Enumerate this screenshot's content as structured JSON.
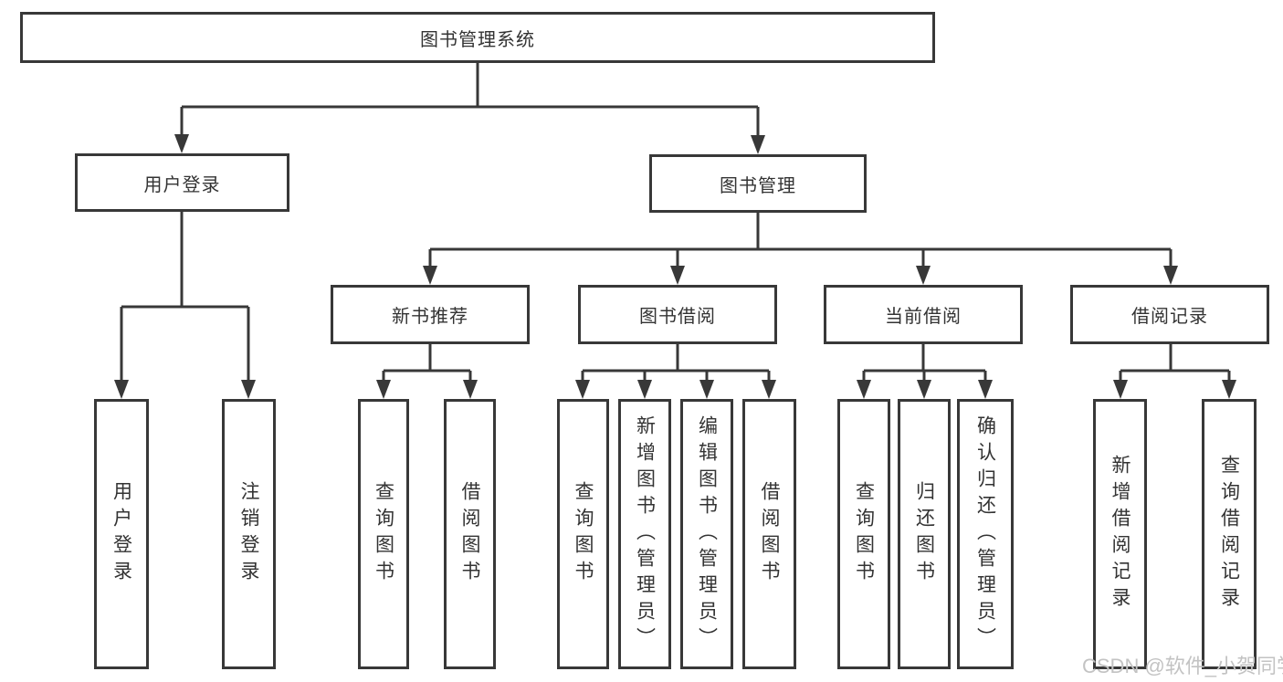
{
  "tree": {
    "label": "图书管理系统",
    "children": [
      {
        "label": "用户登录",
        "children": [
          {
            "label": "用户登录"
          },
          {
            "label": "注销登录"
          }
        ]
      },
      {
        "label": "图书管理",
        "children": [
          {
            "label": "新书推荐",
            "children": [
              {
                "label": "查询图书"
              },
              {
                "label": "借阅图书"
              }
            ]
          },
          {
            "label": "图书借阅",
            "children": [
              {
                "label": "查询图书"
              },
              {
                "label": "新增图书（管理员）"
              },
              {
                "label": "编辑图书（管理员）"
              },
              {
                "label": "借阅图书"
              }
            ]
          },
          {
            "label": "当前借阅",
            "children": [
              {
                "label": "查询图书"
              },
              {
                "label": "归还图书"
              },
              {
                "label": "确认归还（管理员）"
              }
            ]
          },
          {
            "label": "借阅记录",
            "children": [
              {
                "label": "新增借阅记录"
              },
              {
                "label": "查询借阅记录"
              }
            ]
          }
        ]
      }
    ]
  },
  "watermark": "CSDN @软件_小贺同学",
  "colors": {
    "line": "#383838",
    "text": "#333333",
    "watermark": "#c3c3c3",
    "background": "#ffffff"
  }
}
